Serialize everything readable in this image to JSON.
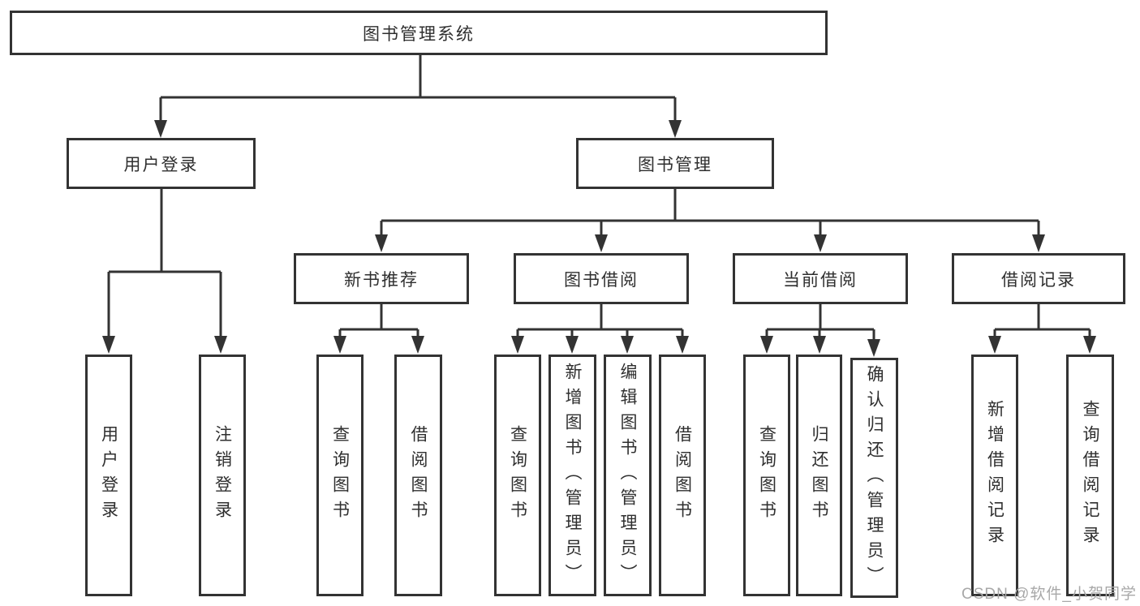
{
  "diagram_title": "图书管理系统",
  "tree": {
    "label": "图书管理系统",
    "children": [
      {
        "label": "用户登录",
        "children": [
          {
            "label": "用户登录"
          },
          {
            "label": "注销登录"
          }
        ]
      },
      {
        "label": "图书管理",
        "children": [
          {
            "label": "新书推荐",
            "children": [
              {
                "label": "查询图书"
              },
              {
                "label": "借阅图书"
              }
            ]
          },
          {
            "label": "图书借阅",
            "children": [
              {
                "label": "查询图书"
              },
              {
                "label": "新增图书（管理员）"
              },
              {
                "label": "编辑图书（管理员）"
              },
              {
                "label": "借阅图书"
              }
            ]
          },
          {
            "label": "当前借阅",
            "children": [
              {
                "label": "查询图书"
              },
              {
                "label": "归还图书"
              },
              {
                "label": "确认归还（管理员）"
              }
            ]
          },
          {
            "label": "借阅记录",
            "children": [
              {
                "label": "新增借阅记录"
              },
              {
                "label": "查询借阅记录"
              }
            ]
          }
        ]
      }
    ]
  },
  "watermark": {
    "text": "CSDN @软件_小贺同学"
  },
  "colors": {
    "line": "#333333",
    "box_border": "#333333",
    "box_background": "#ffffff",
    "text": "#2f2f2f",
    "watermark": "#a8a8a8"
  }
}
